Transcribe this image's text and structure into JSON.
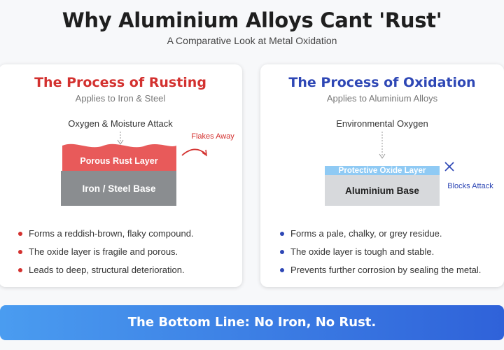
{
  "header": {
    "title": "Why Aluminium Alloys Cant 'Rust'",
    "subtitle": "A Comparative Look at Metal Oxidation"
  },
  "left_card": {
    "title": "The Process of Rusting",
    "subtitle": "Applies to Iron & Steel",
    "attack_label": "Oxygen & Moisture Attack",
    "top_layer_label": "Porous Rust Layer",
    "base_label": "Iron / Steel Base",
    "side_label": "Flakes Away",
    "bullets": [
      "Forms a reddish-brown, flaky compound.",
      "The oxide layer is fragile and porous.",
      "Leads to deep, structural deterioration."
    ]
  },
  "right_card": {
    "title": "The Process of Oxidation",
    "subtitle": "Applies to Aluminium Alloys",
    "attack_label": "Environmental Oxygen",
    "top_layer_label": "Protective Oxide Layer",
    "base_label": "Aluminium Base",
    "side_label": "Blocks Attack",
    "bullets": [
      "Forms a pale, chalky, or grey residue.",
      "The oxide layer is tough and stable.",
      "Prevents further corrosion by sealing the metal."
    ]
  },
  "footer": {
    "banner": "The Bottom Line: No Iron, No Rust."
  },
  "colors": {
    "rust_red": "#d3312f",
    "rust_layer": "#e85a5a",
    "iron_base": "#8a8d90",
    "oxidation_blue": "#2e47b5",
    "oxide_layer": "#8fcaf4",
    "aluminium_base": "#d7d9dc"
  }
}
